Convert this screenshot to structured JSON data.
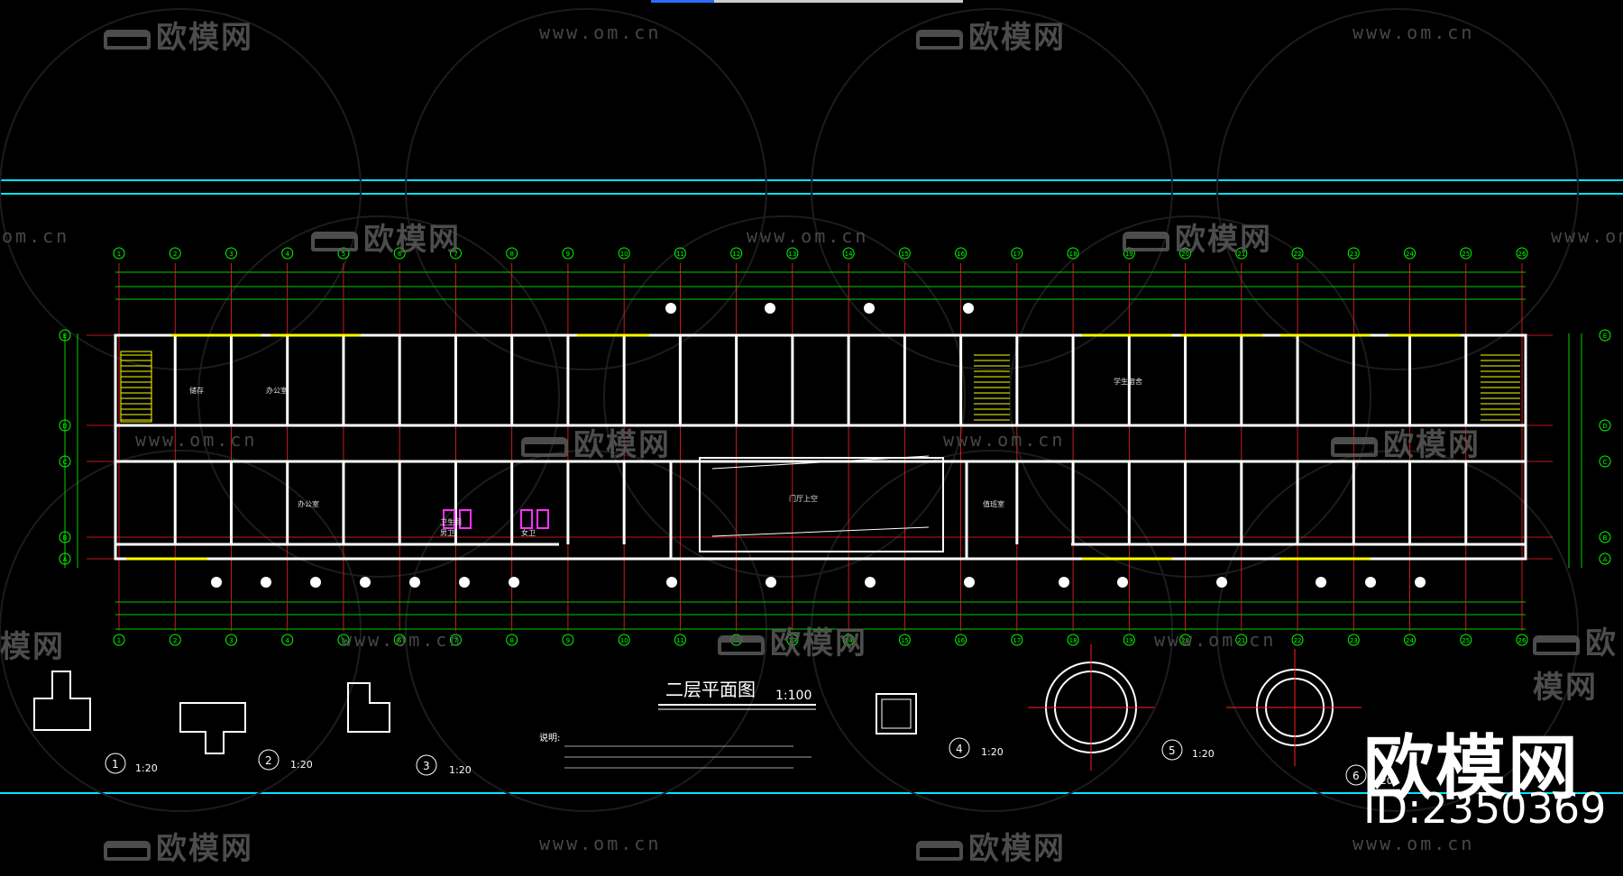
{
  "watermarks": {
    "brand": "欧模网",
    "url": "www.om.cn",
    "url_partial": "om.cn",
    "brand_partial": "模网"
  },
  "drawing": {
    "title": "二层平面图",
    "scale": "1:100",
    "notes_label": "说明:",
    "room_labels": [
      "储存",
      "办公室",
      "办公室",
      "学生宿舍",
      "值班室",
      "门厅上空",
      "卫生间",
      "男卫",
      "女卫"
    ],
    "column_axes": [
      "1",
      "2",
      "3",
      "4",
      "5",
      "6",
      "7",
      "8",
      "9",
      "10",
      "11",
      "12",
      "13",
      "14",
      "15",
      "16",
      "17",
      "18",
      "19",
      "20",
      "21",
      "22",
      "23",
      "24",
      "25",
      "26"
    ],
    "row_axes": [
      "E",
      "D",
      "C",
      "B",
      "A"
    ],
    "details": [
      {
        "num": "1",
        "scale": "1:20"
      },
      {
        "num": "2",
        "scale": "1:20"
      },
      {
        "num": "3",
        "scale": "1:20"
      },
      {
        "num": "4",
        "scale": "1:20"
      },
      {
        "num": "5",
        "scale": "1:20"
      },
      {
        "num": "6",
        "scale": "1:20"
      }
    ]
  },
  "brand": {
    "name": "欧模网",
    "id": "ID:2350369"
  },
  "colors": {
    "background": "#000000",
    "guide": "#00e5ff",
    "wall": "#ffffff",
    "axis": "#00ff00",
    "dimension": "#00d000",
    "window": "#ffff00",
    "red": "#ff2020",
    "magenta": "#ff30ff",
    "watermark": "#5a5a5a"
  }
}
